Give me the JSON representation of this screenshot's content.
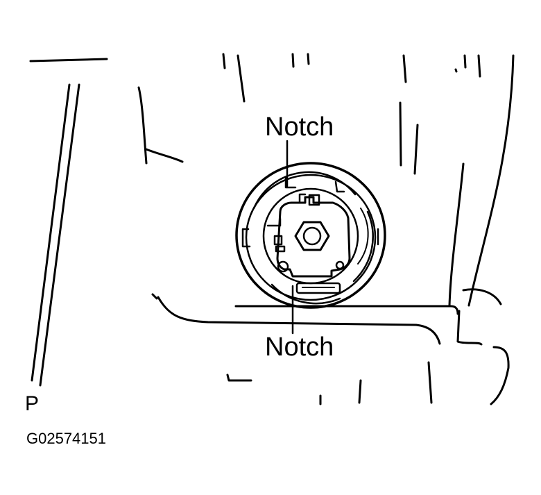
{
  "labels": {
    "notch_top": "Notch",
    "notch_bottom": "Notch",
    "view_letter": "P",
    "figure_id": "G02574151"
  },
  "colors": {
    "line": "#000000",
    "background": "#ffffff"
  }
}
